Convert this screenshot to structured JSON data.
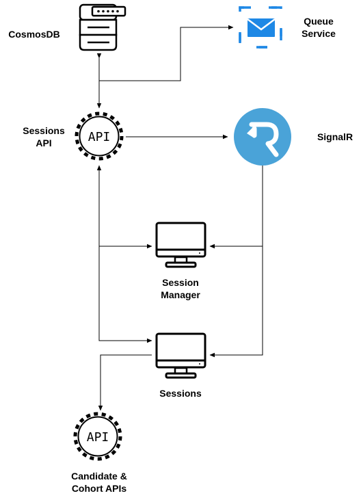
{
  "diagram": {
    "nodes": {
      "cosmosdb": {
        "label": "CosmosDB",
        "icon": "database-server-icon"
      },
      "queue": {
        "label": "Queue\nService",
        "icon": "queue-envelope-icon",
        "color": "#1e88e5"
      },
      "sessions_api": {
        "label": "Sessions\nAPI",
        "icon_text": "API",
        "icon": "api-gear-icon"
      },
      "signalr": {
        "label": "SignalR",
        "icon": "signalr-logo-icon",
        "color": "#4aa3d8"
      },
      "session_manager": {
        "label": "Session\nManager",
        "icon": "monitor-icon"
      },
      "sessions": {
        "label": "Sessions",
        "icon": "monitor-icon"
      },
      "candidate_apis": {
        "label": "Candidate &\nCohort APIs",
        "icon_text": "API",
        "icon": "api-gear-icon"
      }
    },
    "edges": [
      {
        "from": "sessions_api",
        "to": "cosmosdb",
        "bidirectional": true
      },
      {
        "from": "sessions_api",
        "to": "queue"
      },
      {
        "from": "sessions_api",
        "to": "signalr"
      },
      {
        "from": "signalr",
        "to": "session_manager"
      },
      {
        "from": "signalr",
        "to": "sessions"
      },
      {
        "from": "session_manager",
        "to": "sessions_api"
      },
      {
        "from": "sessions_api",
        "to": "session_manager"
      },
      {
        "from": "sessions_api",
        "to": "sessions"
      },
      {
        "from": "sessions",
        "to": "candidate_apis"
      }
    ]
  }
}
